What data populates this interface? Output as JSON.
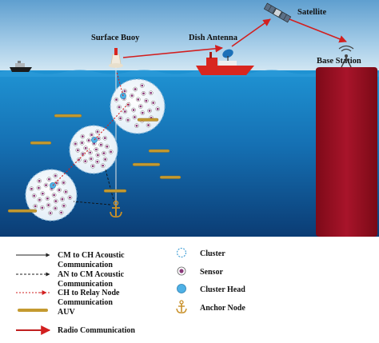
{
  "labels": {
    "satellite": "Satellite",
    "surface_buoy": "Surface Buoy",
    "dish_antenna": "Dish Antenna",
    "base_station": "Base Station"
  },
  "legend": {
    "left": [
      {
        "key": "cm_ch",
        "lines": [
          "CM to CH Acoustic",
          "Communication"
        ]
      },
      {
        "key": "an_cm",
        "lines": [
          "AN to CM Acoustic",
          "Communication"
        ]
      },
      {
        "key": "ch_relay",
        "lines": [
          "CH to Relay Node",
          "Communication"
        ]
      },
      {
        "key": "auv",
        "lines": [
          "AUV"
        ]
      },
      {
        "key": "radio",
        "lines": [
          "Radio Communication"
        ]
      }
    ],
    "right": [
      {
        "key": "cluster",
        "label": "Cluster"
      },
      {
        "key": "sensor",
        "label": "Sensor"
      },
      {
        "key": "cluster_head",
        "label": "Cluster Head"
      },
      {
        "key": "anchor",
        "label": "Anchor Node"
      }
    ]
  },
  "colors": {
    "sky_top": "#7fb8de",
    "sea_top": "#1a86c7",
    "sea_bottom": "#0a3f7a",
    "base_station": "#9a1020",
    "radio": "#d21f1f",
    "ship": "#d8261f",
    "sensor": "#8a3a7a",
    "cluster_head": "#4fb1e6",
    "anchor": "#c89028",
    "auv": "#c49a30"
  }
}
